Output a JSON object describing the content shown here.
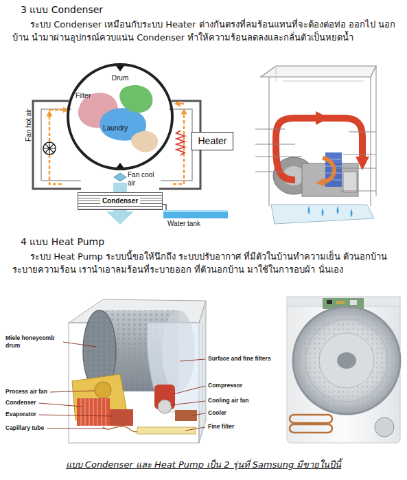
{
  "diagram": {
    "caption": "แบบ Condenser และ Heat Pump เป็น 2 รุ่นที่ Samsung มีขายในปีนี้",
    "nodes": [
      {
        "text": [
          "Drum"
        ]
      },
      {
        "text": [
          "Condenser"
        ]
      },
      {
        "text": [
          "Heater"
        ]
      }
    ],
    "labels": [
      "3 แบบ Condenser",
      "ระบบ Condenser เหมือนกับระบบ Heater ต่างกันตรงที่ลมร้อนแทนที่จะต้องต่อท่อ ออกไป นอกบ้าน นำมาผ่านอุปกรณ์ควบแน่น Condenser ทำให้ความร้อนลดลงและกลั่นตัวเป็นหยดน้ำ",
      "Filter",
      "Laundry",
      "Fan hot air",
      "Fan cool air",
      "Water tank",
      "4 แบบ Heat Pump",
      "ระบบ Heat Pump ระบบนี้ขอให้นึกถึง ระบบปรับอากาศ ที่มีตัวในบ้านทำความเย็น ตัวนอกบ้าน ระบายความร้อน เรานำเอาลมร้อนที่ระบายออก ที่ตัวนอกบ้าน มาใช้ในการอบผ้า นั่นเอง",
      "Miele honeycomb drum",
      "Surface and fine filters",
      "Compressor",
      "Process air fan",
      "Cooling air fan",
      "Condenser",
      "Cooler",
      "Evaporator",
      "Capillary tube",
      "Fine filter"
    ]
  }
}
